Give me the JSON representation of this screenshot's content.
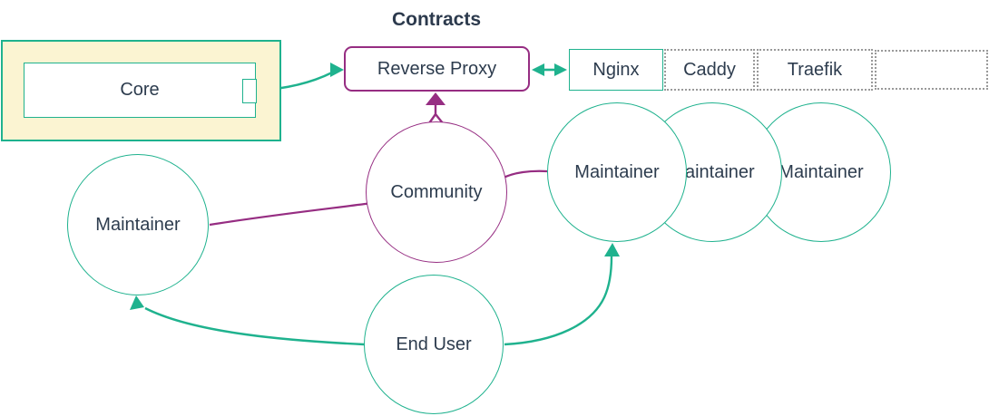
{
  "title": "Contracts",
  "colors": {
    "teal": "#1fb28e",
    "purple": "#962d82",
    "yellow_fill": "#fbf4d2",
    "text": "#2d3c4e",
    "dotted_border": "#999999"
  },
  "nodes": {
    "core": {
      "label": "Core"
    },
    "reverse_proxy": {
      "label": "Reverse Proxy"
    },
    "proxy_options": [
      {
        "label": "Nginx",
        "style": "solid-teal"
      },
      {
        "label": "Caddy",
        "style": "dotted"
      },
      {
        "label": "Traefik",
        "style": "dotted"
      },
      {
        "label": "",
        "style": "dotted"
      }
    ],
    "community": {
      "label": "Community"
    },
    "maintainer_left": {
      "label": "Maintainer"
    },
    "maintainers_right": [
      {
        "label": "Maintainer"
      },
      {
        "label": "Maintainer"
      },
      {
        "label": "Maintainer"
      }
    ],
    "end_user": {
      "label": "End User"
    }
  },
  "edges": [
    {
      "from": "core",
      "to": "reverse_proxy",
      "color": "teal",
      "arrow": "single"
    },
    {
      "from": "reverse_proxy",
      "to": "nginx",
      "color": "teal",
      "arrow": "double"
    },
    {
      "from": "community",
      "to": "reverse_proxy",
      "color": "purple",
      "arrow": "single"
    },
    {
      "from": "community",
      "to": "maintainer_left",
      "color": "purple",
      "arrow": "none"
    },
    {
      "from": "community",
      "to": "maintainer_right_1",
      "color": "purple",
      "arrow": "none"
    },
    {
      "from": "end_user",
      "to": "maintainer_left",
      "color": "teal",
      "arrow": "single"
    },
    {
      "from": "end_user",
      "to": "maintainer_right_1",
      "color": "teal",
      "arrow": "single"
    }
  ]
}
